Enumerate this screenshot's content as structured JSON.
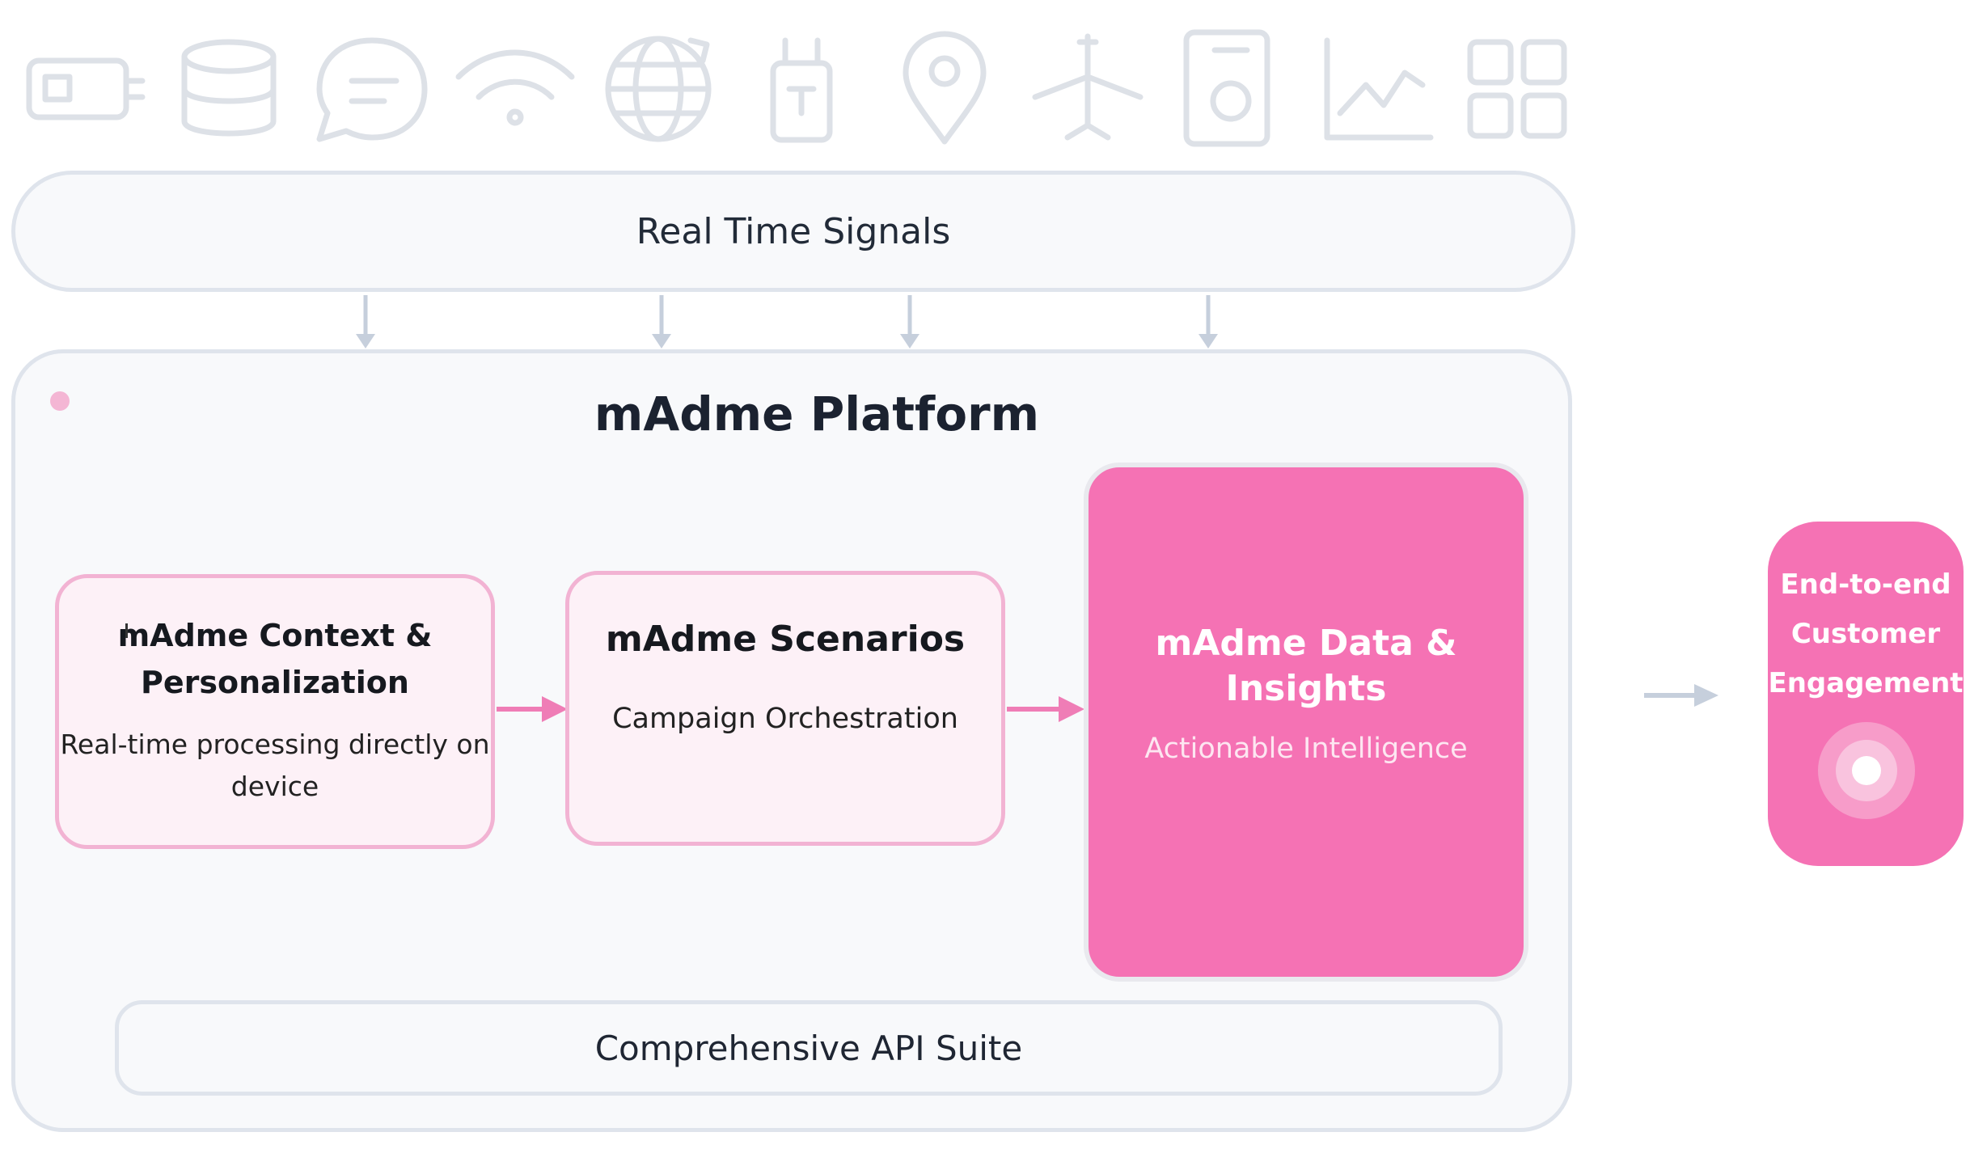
{
  "icons": [
    {
      "name": "battery-icon"
    },
    {
      "name": "database-icon"
    },
    {
      "name": "chat-icon"
    },
    {
      "name": "wifi-icon"
    },
    {
      "name": "globe-icon"
    },
    {
      "name": "usb-icon"
    },
    {
      "name": "location-pin-icon"
    },
    {
      "name": "airplane-icon"
    },
    {
      "name": "speaker-icon"
    },
    {
      "name": "line-chart-icon"
    },
    {
      "name": "grid-icon"
    }
  ],
  "signals": {
    "label": "Real Time Signals"
  },
  "platform": {
    "title": "mAdme Platform",
    "context": {
      "title": "mAdme Context & Personalization",
      "subtitle": "Real-time processing directly on device"
    },
    "scenarios": {
      "title": "mAdme Scenarios",
      "subtitle": "Campaign Orchestration"
    },
    "data": {
      "title": "mAdme Data & Insights",
      "subtitle": "Actionable Intelligence"
    },
    "api": {
      "label": "Comprehensive API Suite"
    }
  },
  "engagement": {
    "label": "End-to-end Customer Engagement"
  },
  "colors": {
    "accent_pink": "#f572b4",
    "card_border_pink": "#f2b3d3",
    "card_fill_pink": "#fdf1f7",
    "neutral_border": "#dfe4ec",
    "arrow_gray": "#c6cfdc",
    "arrow_pink": "#ef7db6",
    "icon_gray": "#dde1e7"
  }
}
